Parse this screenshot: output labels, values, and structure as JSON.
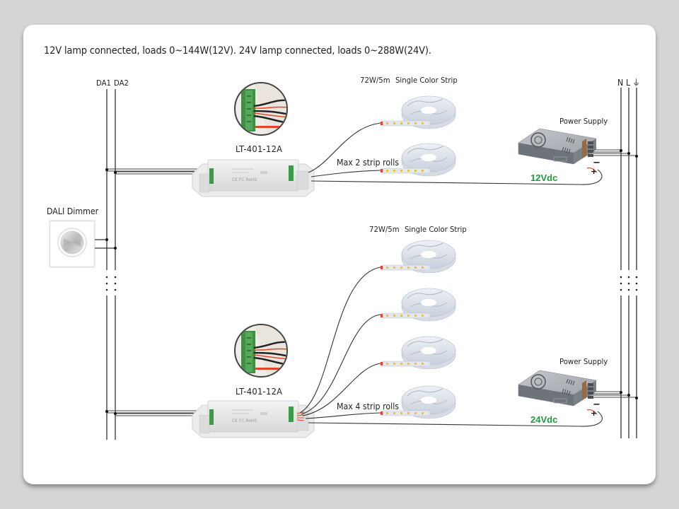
{
  "heading": "12V lamp connected, loads 0~144W(12V). 24V lamp connected, loads 0~288W(24V).",
  "dali_bus": {
    "da1": "DA1",
    "da2": "DA2"
  },
  "mains_bus": {
    "n": "N",
    "l": "L",
    "earth_symbol": "⏚"
  },
  "dimmer": {
    "label": "DALI Dimmer",
    "icon": "rotary-knob-icon"
  },
  "colors": {
    "voltage_label": "#1f9a3e",
    "wire": "#222222",
    "terminal_green": "#3e9a4a",
    "red_wire": "#e2452c"
  },
  "circuits": [
    {
      "driver_model": "LT-401-12A",
      "strip_spec": "72W/5m",
      "strip_type": "Single Color Strip",
      "max_rolls": "Max 2 strip rolls",
      "roll_count": 2,
      "psu_label": "Power Supply",
      "voltage": "12Vdc",
      "minus": "−",
      "plus": "+"
    },
    {
      "driver_model": "LT-401-12A",
      "strip_spec": "72W/5m",
      "strip_type": "Single Color Strip",
      "max_rolls": "Max 4 strip rolls",
      "roll_count": 4,
      "psu_label": "Power Supply",
      "voltage": "24Vdc",
      "minus": "−",
      "plus": "+"
    }
  ]
}
